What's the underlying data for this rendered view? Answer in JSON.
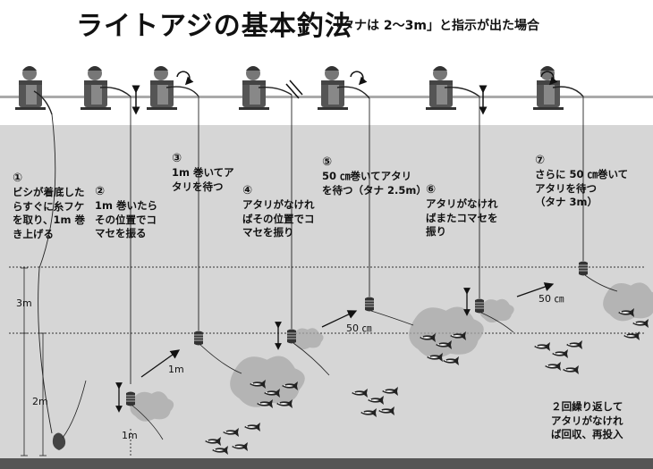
{
  "title": "ライトアジの基本釣法",
  "subtitle": "「タナは 2〜3m」と指示が出た場合",
  "steps": [
    {
      "num": "①",
      "lines": [
        "ビシが着底した",
        "らすぐに糸フケ",
        "を取り、1m 巻",
        "き上げる"
      ]
    },
    {
      "num": "②",
      "lines": [
        "1m 巻いたら",
        "その位置でコ",
        "マセを振る"
      ]
    },
    {
      "num": "③",
      "lines": [
        "1m 巻いてア",
        "タリを待つ"
      ]
    },
    {
      "num": "④",
      "lines": [
        "アタリがなけれ",
        "ばその位置でコ",
        "マセを振り"
      ]
    },
    {
      "num": "⑤",
      "lines": [
        "50 ㎝巻いてアタリ",
        "を待つ（タナ 2.5m）"
      ]
    },
    {
      "num": "⑥",
      "lines": [
        "アタリがなけれ",
        "ばまたコマセを",
        "振り"
      ]
    },
    {
      "num": "⑦",
      "lines": [
        "さらに 50 ㎝巻いて",
        "アタリを待つ",
        "（タナ 3m）"
      ]
    }
  ],
  "labels": {
    "depth_3m": "3m",
    "depth_2m": "2m",
    "depth_1m": "1m",
    "move_1m": "1m",
    "move_50a": "50 ㎝",
    "move_50b": "50 ㎝",
    "repeat": [
      "２回繰り返して",
      "アタリがなけれ",
      "ば回収、再投入"
    ]
  }
}
